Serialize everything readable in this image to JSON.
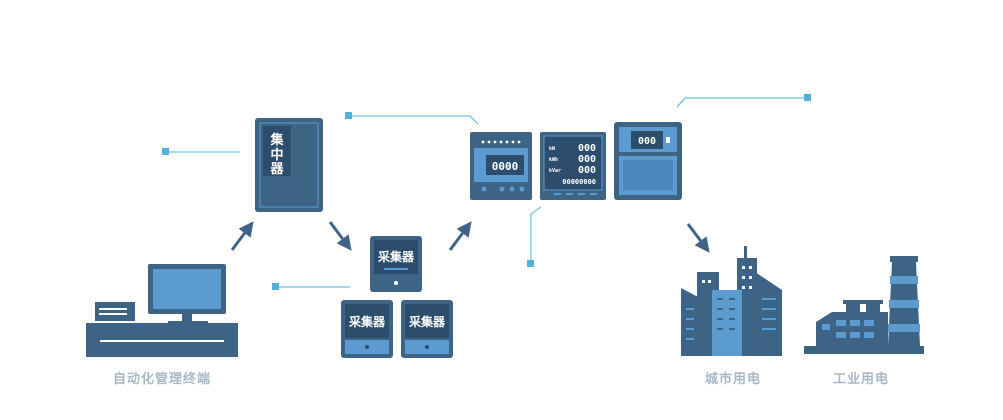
{
  "terminal": {
    "caption": "自动化管理终端"
  },
  "concentrator": {
    "chars": [
      "集",
      "中",
      "器"
    ]
  },
  "collectors": {
    "top_label": "采集器",
    "left_label": "采集器",
    "right_label": "采集器"
  },
  "meters": {
    "meter1_reading": "0000",
    "meter2_rows": [
      {
        "tag": "kW",
        "value": "000"
      },
      {
        "tag": "kWh",
        "value": "000"
      },
      {
        "tag": "kVar",
        "value": "000"
      }
    ],
    "meter2_bottom": "00000000",
    "meter3_reading": "000"
  },
  "consumers": {
    "city_caption": "城市用电",
    "industry_caption": "工业用电"
  },
  "colors": {
    "primary": "#3d6485",
    "light": "#5b9bd0",
    "accent": "#4fb3d9",
    "caption": "#a9b8c6"
  }
}
